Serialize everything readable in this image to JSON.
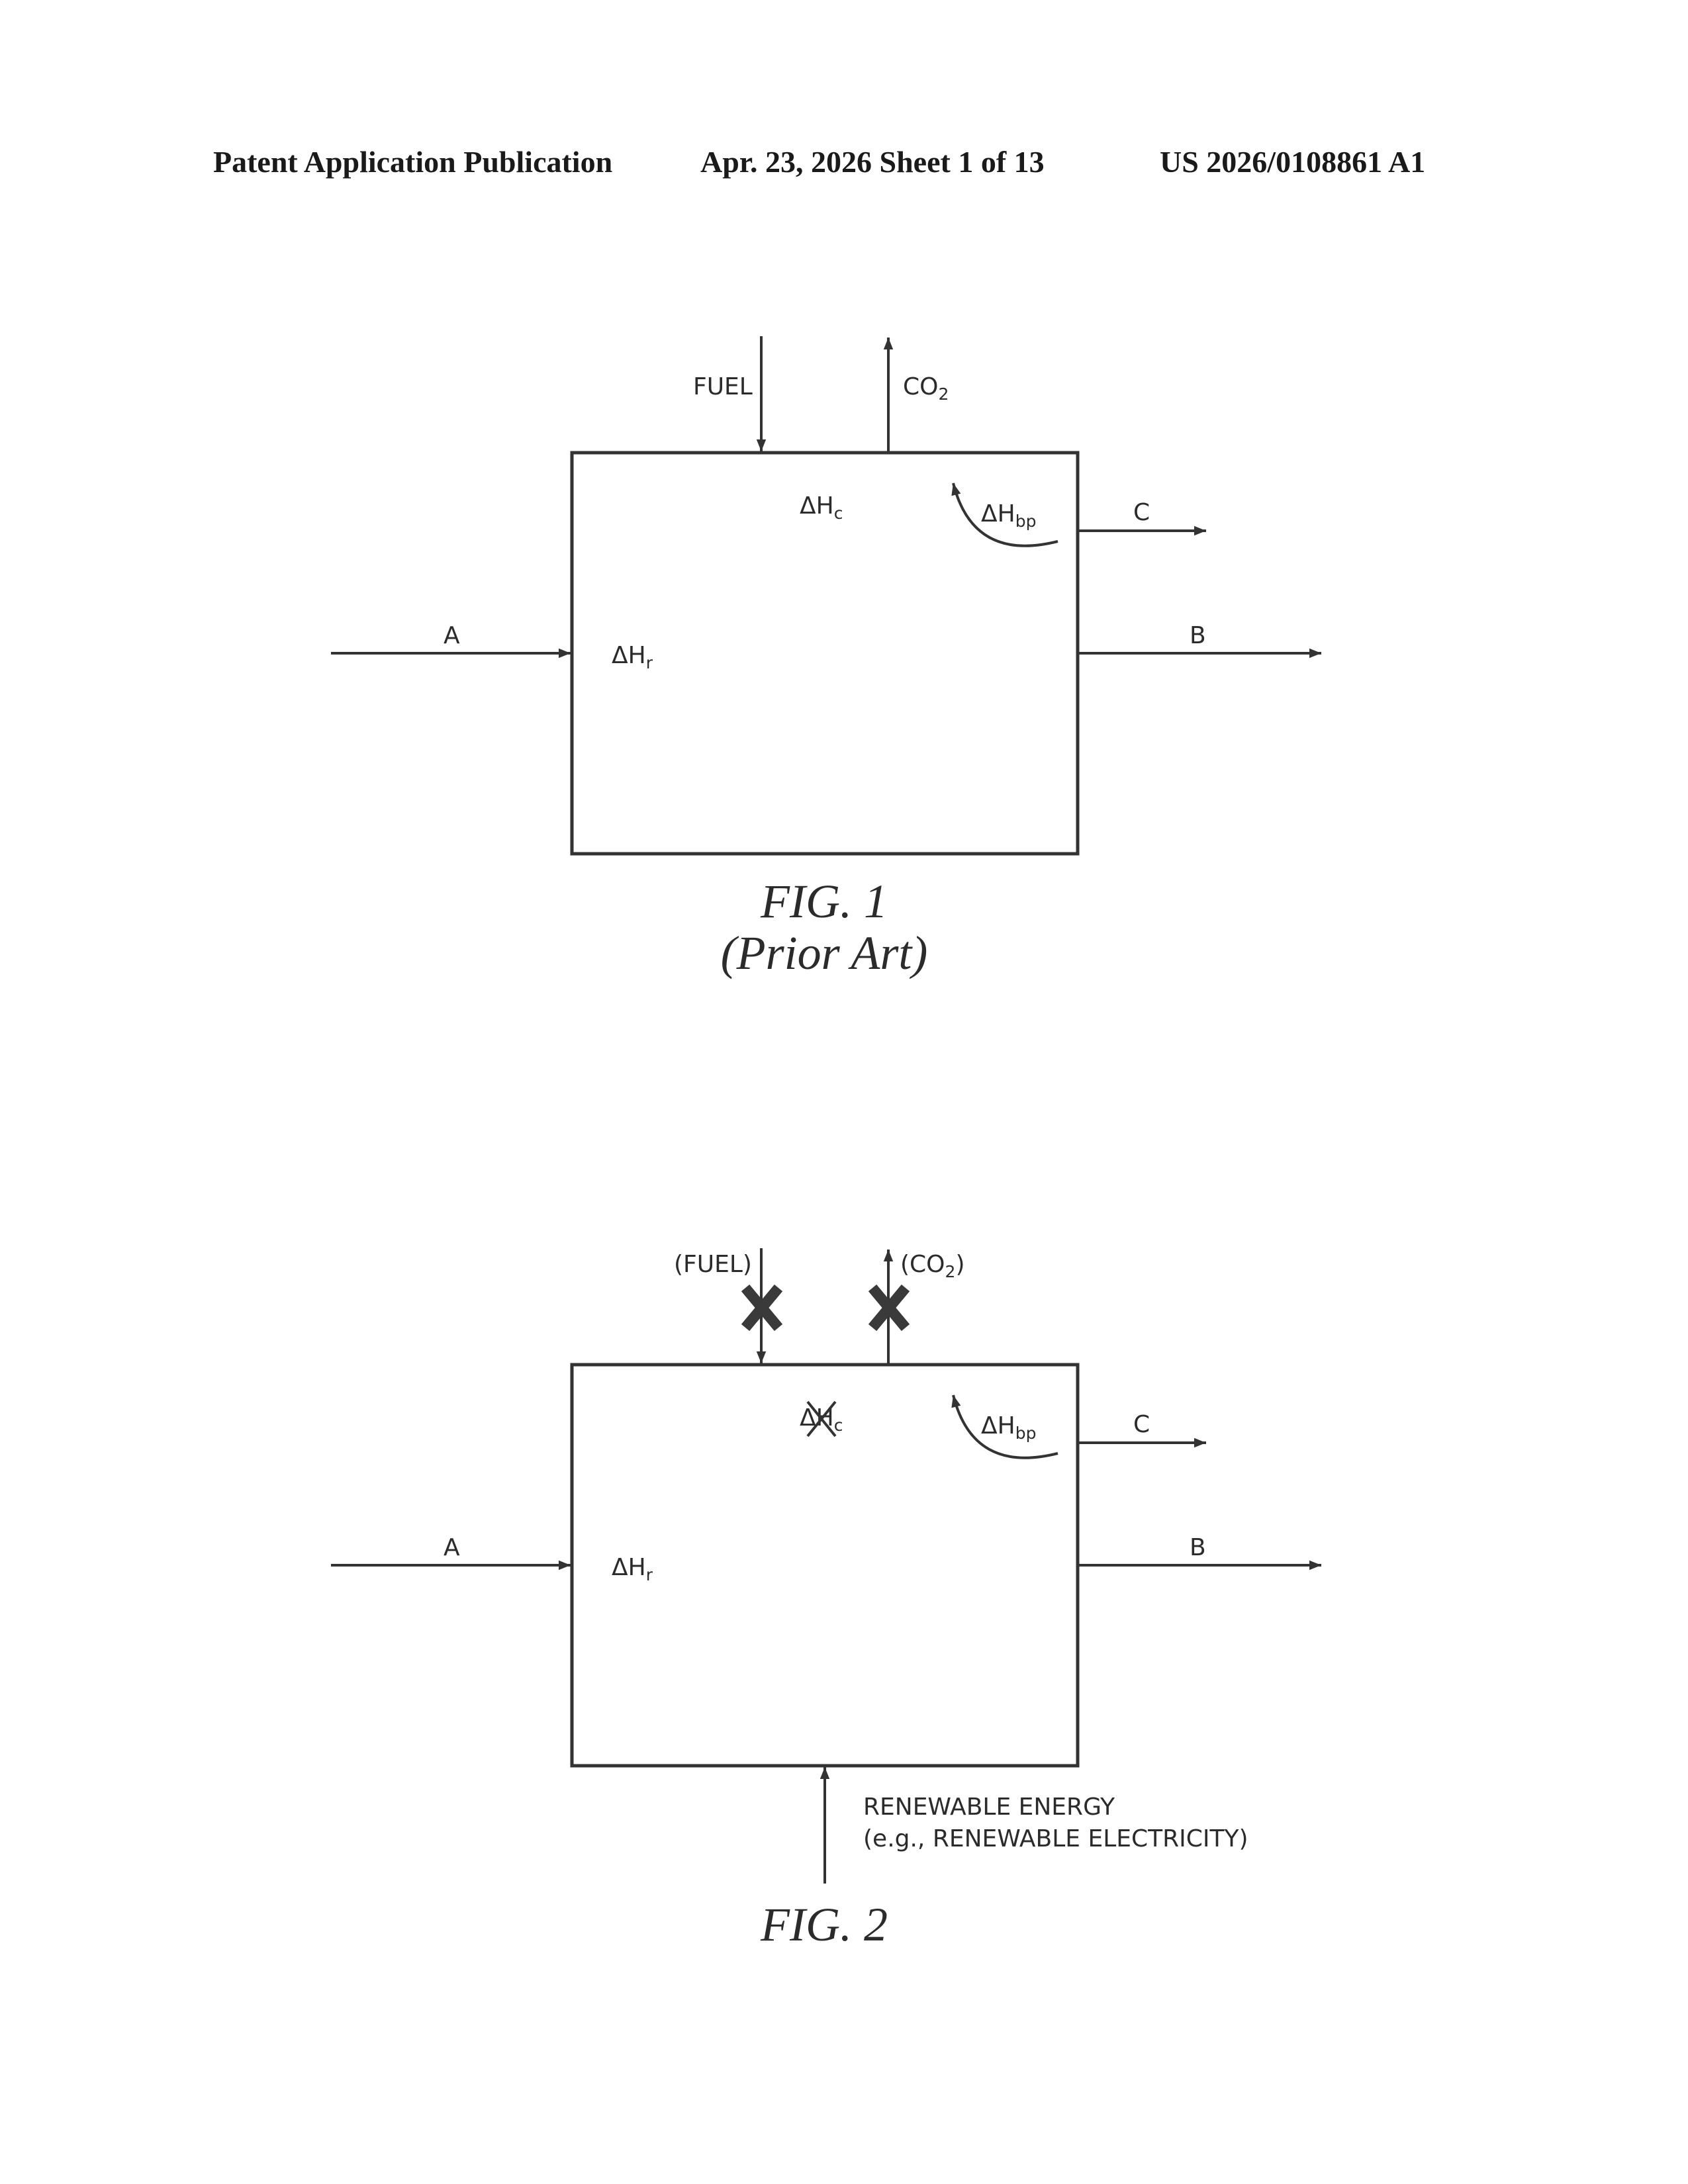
{
  "header": {
    "left": "Patent Application Publication",
    "middle": "Apr. 23, 2026  Sheet 1 of 13",
    "right": "US 2026/0108861 A1"
  },
  "fig1": {
    "fuel": "FUEL",
    "co2_base": "CO",
    "co2_sub": "2",
    "dh_c_delta": "ΔH",
    "dh_c_sub": "c",
    "dh_bp_delta": "ΔH",
    "dh_bp_sub": "bp",
    "dh_r_delta": "ΔH",
    "dh_r_sub": "r",
    "stream_a": "A",
    "stream_b": "B",
    "stream_c": "C",
    "caption": "FIG. 1",
    "caption_sub": "(Prior Art)"
  },
  "fig2": {
    "fuel": "(FUEL)",
    "co2_open": "(CO",
    "co2_sub": "2",
    "co2_close": ")",
    "dh_c_delta": "ΔH",
    "dh_c_sub": "c",
    "dh_bp_delta": "ΔH",
    "dh_bp_sub": "bp",
    "dh_r_delta": "ΔH",
    "dh_r_sub": "r",
    "stream_a": "A",
    "stream_b": "B",
    "stream_c": "C",
    "renewable_line1": "RENEWABLE ENERGY",
    "renewable_line2": "(e.g., RENEWABLE ELECTRICITY)",
    "caption": "FIG. 2"
  }
}
